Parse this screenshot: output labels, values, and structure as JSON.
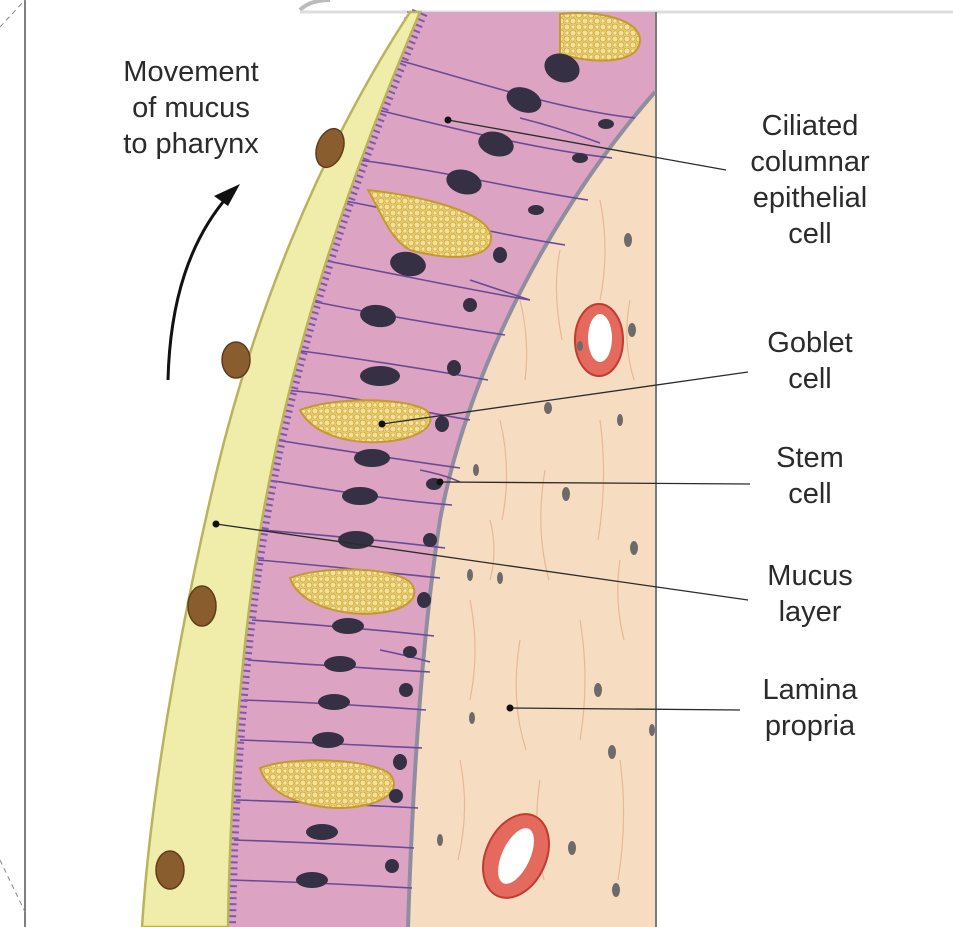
{
  "labels": {
    "movement": [
      "Movement",
      "of mucus",
      "to pharynx"
    ],
    "ciliated": [
      "Ciliated",
      "columnar",
      "epithelial",
      "cell"
    ],
    "goblet": [
      "Goblet",
      "cell"
    ],
    "stem": [
      "Stem",
      "cell"
    ],
    "mucus": [
      "Mucus",
      "layer"
    ],
    "lamina": [
      "Lamina",
      "propria"
    ]
  },
  "colors": {
    "mucus_layer": "#f0ecaa",
    "mucus_outline": "#b8b45a",
    "epithelium": "#dca4c2",
    "cell_outline": "#6a4a96",
    "cilia": "#7c58b0",
    "goblet_granules": "#e9cc6a",
    "goblet_outline": "#c49a30",
    "nucleus": "#353044",
    "lamina_propria": "#f6dcc0",
    "fiber": "#e6b896",
    "basement_membrane": "#8e8ea0",
    "vessel_wall": "#d8453a",
    "label_text": "#2b2b2b",
    "leader_line": "#2b2b2b"
  }
}
